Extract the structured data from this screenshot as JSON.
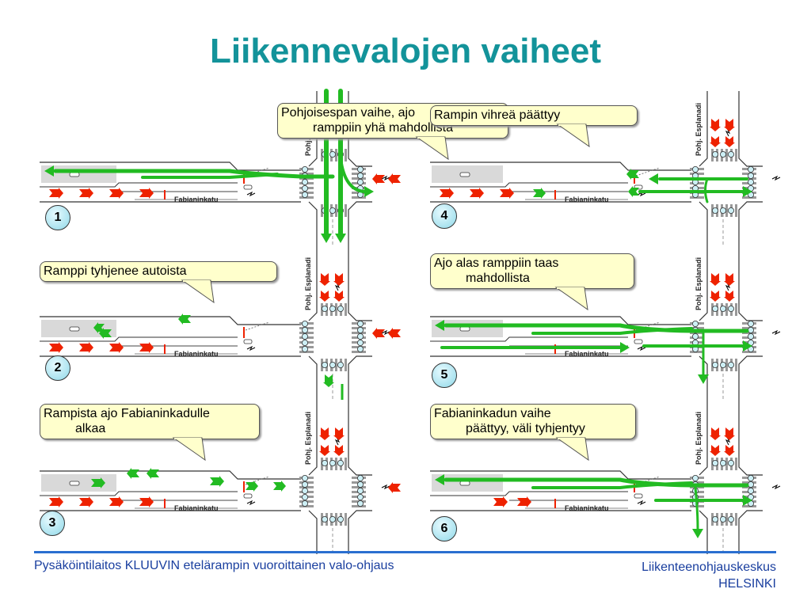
{
  "title": "Liikennevalojen vaiheet",
  "street_labels": {
    "fabianinkatu": "Fabianinkatu",
    "esplanadi": "Pohj. Esplanadi"
  },
  "panels": [
    {
      "number": "1",
      "callout_line1": "Pohjoisespan vaihe, ajo",
      "callout_line2": "ramppiin yhä mahdollista"
    },
    {
      "number": "2",
      "callout_line1": "Ramppi tyhjenee autoista",
      "callout_line2": ""
    },
    {
      "number": "3",
      "callout_line1": "Rampista ajo Fabianinkadulle",
      "callout_line2": "alkaa"
    },
    {
      "number": "4",
      "callout_line1": "Rampin vihreä päättyy",
      "callout_line2": ""
    },
    {
      "number": "5",
      "callout_line1": "Ajo alas ramppiin taas",
      "callout_line2": "mahdollista"
    },
    {
      "number": "6",
      "callout_line1": "Fabianinkadun vaihe",
      "callout_line2": "päättyy, väli tyhjentyy"
    }
  ],
  "footer": {
    "left": "Pysäköintilaitos KLUUVIN etelärampin vuoroittainen valo-ohjaus",
    "right_line1": "Liikenteenohjauskeskus",
    "right_line2": "HELSINKI"
  },
  "colors": {
    "title": "#13939a",
    "green_flow": "#22bb22",
    "red_arrow": "#ee2200",
    "footer_text": "#1a3f9f",
    "callout_bg": "#ffffcc"
  }
}
